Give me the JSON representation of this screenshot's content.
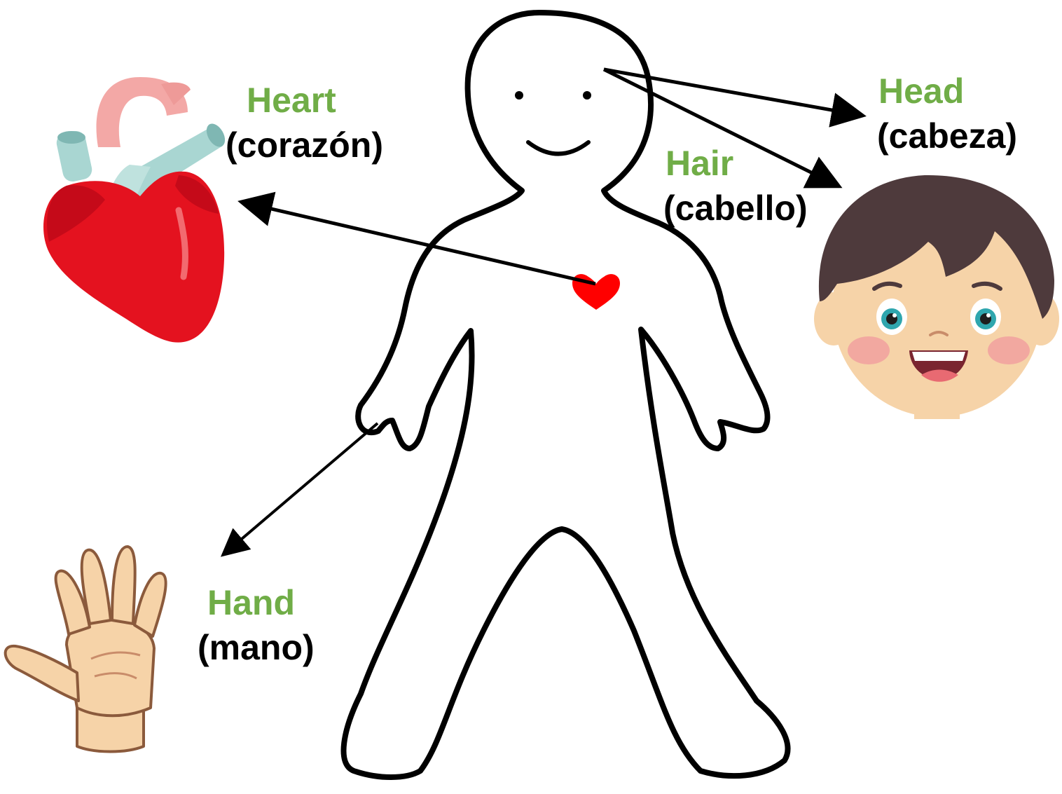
{
  "colors": {
    "label_english": "#70AD47",
    "label_spanish": "#000000",
    "outline": "#000000",
    "heart_small": "#FF0000",
    "heart_organ": "#E4121F",
    "skin": "#F6D3A8",
    "hair": "#4E3A3C"
  },
  "labels": {
    "heart": {
      "english": "Heart",
      "spanish": "(corazón)"
    },
    "head": {
      "english": "Head",
      "spanish": "(cabeza)"
    },
    "hair": {
      "english": "Hair",
      "spanish": "(cabello)"
    },
    "hand": {
      "english": "Hand",
      "spanish": "(mano)"
    }
  },
  "icons": [
    "body-outline",
    "small-heart-icon",
    "heart-organ-icon",
    "boy-face-icon",
    "hand-icon"
  ]
}
